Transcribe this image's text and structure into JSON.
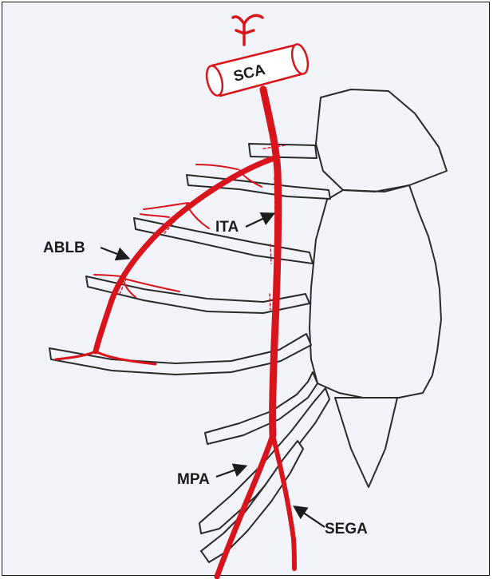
{
  "labels": {
    "sca": "SCA",
    "ita": "ITA",
    "ablb": "ABLB",
    "mpa": "MPA",
    "sega": "SEGA"
  },
  "colors": {
    "artery": "#d8141c",
    "outline": "#2a2a2a",
    "paper": "#f3f4f9",
    "frame": "#1a1a1a"
  }
}
